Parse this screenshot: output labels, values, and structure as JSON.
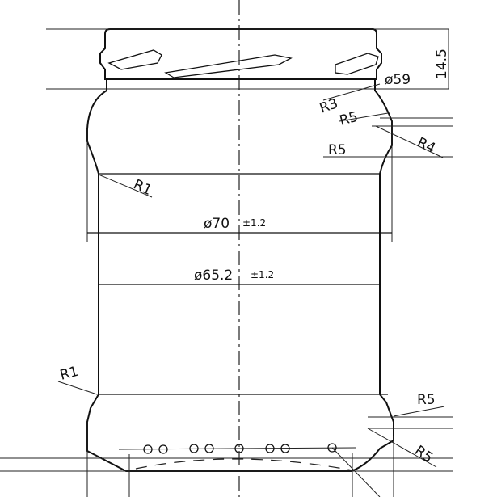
{
  "drawing": {
    "cap_height": "14.5",
    "neck_diameter": "ø59",
    "body_diameter": "ø70",
    "body_tolerance": "±1.2",
    "inner_diameter": "ø65.2",
    "inner_tolerance": "±1.2",
    "radii": {
      "neck_r3": "R3",
      "neck_r5_upper": "R5",
      "shoulder_r4": "R4",
      "shoulder_r5": "R5",
      "upper_body_r1": "R1",
      "lower_body_r1": "R1",
      "base_r5_upper": "R5",
      "base_r5_lower": "R5"
    }
  }
}
